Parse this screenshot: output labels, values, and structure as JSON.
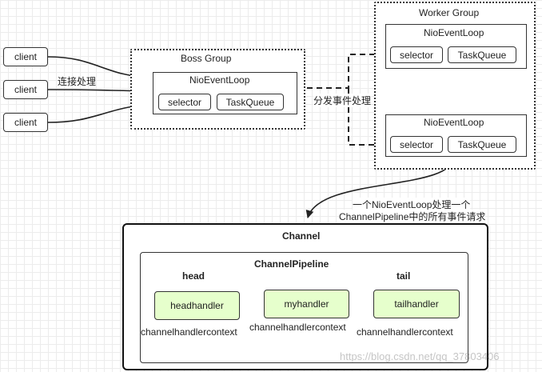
{
  "clients": [
    "client",
    "client",
    "client"
  ],
  "connect_label": "连接处理",
  "boss": {
    "title": "Boss Group",
    "loop": "NioEventLoop",
    "selector": "selector",
    "taskqueue": "TaskQueue"
  },
  "dispatch_label": "分发事件处理",
  "worker": {
    "title": "Worker Group",
    "loops": [
      {
        "name": "NioEventLoop",
        "selector": "selector",
        "taskqueue": "TaskQueue"
      },
      {
        "name": "NioEventLoop",
        "selector": "selector",
        "taskqueue": "TaskQueue"
      }
    ]
  },
  "note": {
    "line1": "一个NioEventLoop处理一个",
    "line2": "ChannelPipeline中的所有事件请求"
  },
  "channel": {
    "title": "Channel",
    "pipeline_title": "ChannelPipeline",
    "head_label": "head",
    "tail_label": "tail",
    "handlers": [
      {
        "name": "headhandler",
        "context": "channelhandlercontext"
      },
      {
        "name": "myhandler",
        "context": "channelhandlercontext"
      },
      {
        "name": "tailhandler",
        "context": "channelhandlercontext"
      }
    ]
  },
  "watermark": "https://blog.csdn.net/qq_37803406"
}
